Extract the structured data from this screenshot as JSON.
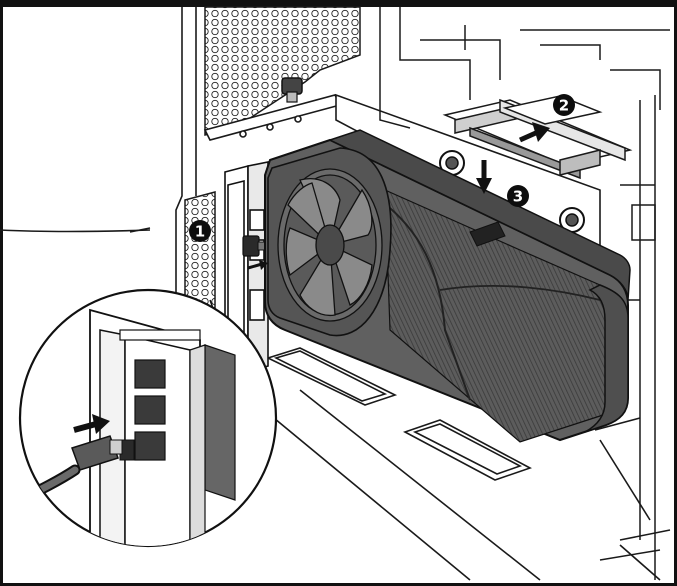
{
  "steps": [
    {
      "number": "1",
      "description": "step-1-connect-riser-cable"
    },
    {
      "number": "2",
      "description": "step-2-push-riser-connector"
    },
    {
      "number": "3",
      "description": "step-3-lower-graphics-card"
    }
  ],
  "colors": {
    "frame": "#111111",
    "line": "#1a1a1a",
    "card_body": "#5f5f5f",
    "card_dark": "#3c3c3c",
    "card_light": "#8a8a8a",
    "fan_hub": "#4a4a4a",
    "badge": "#0d0d0d",
    "page": "#ffffff"
  },
  "icons": [
    "arrow-right-icon",
    "arrow-up-right-icon",
    "arrow-down-icon"
  ]
}
